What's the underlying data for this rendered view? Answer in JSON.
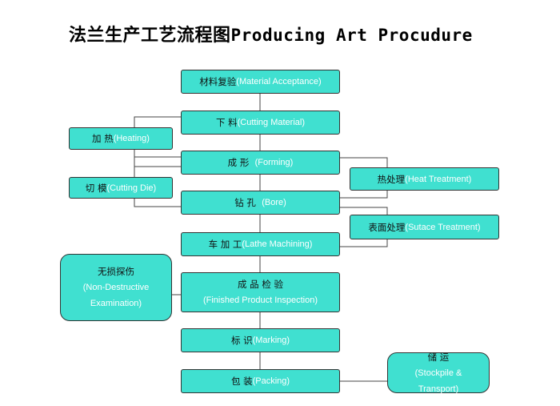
{
  "title": {
    "cn": "法兰生产工艺流程图",
    "en": "Producing Art Procudure"
  },
  "main_steps": [
    {
      "cn": "材料复验",
      "en": "(Material Acceptance)"
    },
    {
      "cn": "下 料",
      "en": "(Cutting Material)"
    },
    {
      "cn": "成 形",
      "en": "(Forming)"
    },
    {
      "cn": "钻 孔",
      "en": "(Bore)"
    },
    {
      "cn": "车 加 工",
      "en": "(Lathe Machining)"
    },
    {
      "cn": "成 品 检 验",
      "en": "(Finished Product Inspection)"
    },
    {
      "cn": "标 识",
      "en": "(Marking)"
    },
    {
      "cn": "包 装",
      "en": "(Packing)"
    }
  ],
  "side_steps": {
    "heating": {
      "cn": "加 热",
      "en": "(Heating)"
    },
    "cutting_die": {
      "cn": "切 模",
      "en": "(Cutting Die)"
    },
    "heat_treatment": {
      "cn": "热处理",
      "en": "(Heat Treatment)"
    },
    "surface_treatment": {
      "cn": "表面处理",
      "en": "(Sutace Treatment)"
    },
    "ndt": {
      "cn": "无损探伤",
      "en1": "(Non-Destructive",
      "en2": "Examination)"
    },
    "stockpile": {
      "cn": "储 运",
      "en1": "(Stockpile &",
      "en2": "Transport)"
    }
  },
  "colors": {
    "box_fill": "#40e0d0",
    "box_border": "#333333",
    "line": "#444444"
  }
}
